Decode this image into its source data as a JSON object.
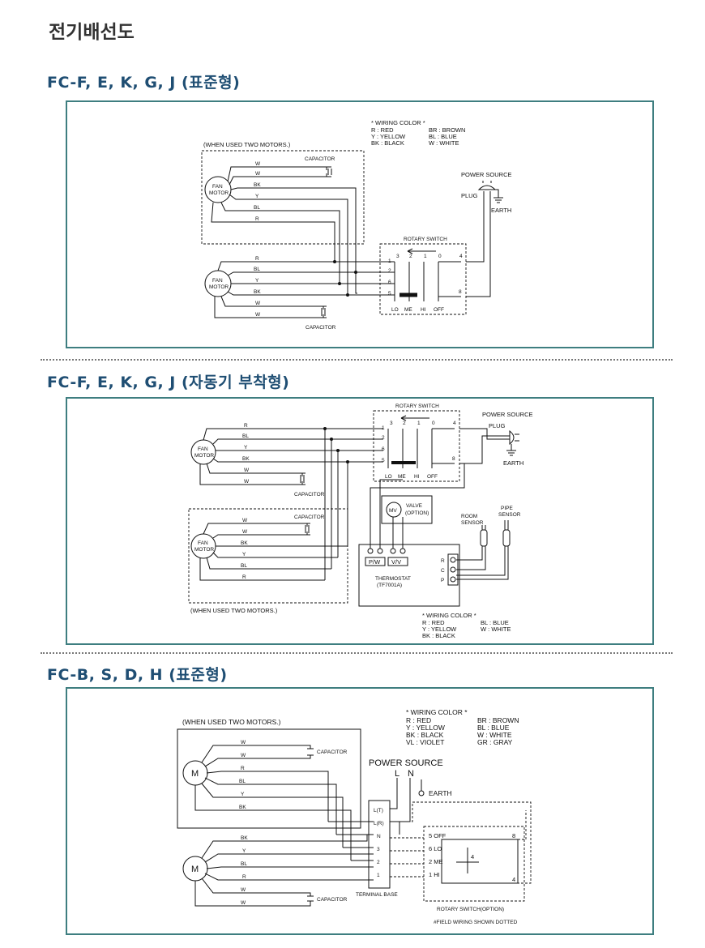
{
  "page_title": "전기배선도",
  "sections": [
    {
      "title": "FC-F, E, K, G, J (표준형)",
      "legend": {
        "heading": "* WIRING COLOR *",
        "col1": [
          "R : RED",
          "Y : YELLOW",
          "BK : BLACK"
        ],
        "col2": [
          "BR : BROWN",
          "BL : BLUE",
          "W : WHITE"
        ]
      },
      "when_used": "(WHEN USED TWO MOTORS.)",
      "capacitor": "CAPACITOR",
      "fan_motor": [
        "FAN",
        "MOTOR"
      ],
      "motor1_wires": [
        "W",
        "W",
        "BK",
        "Y",
        "BL",
        "R"
      ],
      "motor2_wires": [
        "R",
        "BL",
        "Y",
        "BK",
        "W",
        "W"
      ],
      "power_source": "POWER SOURCE",
      "plug": "PLUG",
      "earth": "EARTH",
      "rotary_switch": "ROTARY SWITCH",
      "switch_top": [
        "3",
        "2",
        "1",
        "0",
        "4"
      ],
      "switch_left": [
        "1",
        "2",
        "6",
        "5"
      ],
      "switch_right": [
        "8"
      ],
      "switch_bottom": [
        "LO",
        "ME",
        "HI",
        "OFF"
      ]
    },
    {
      "title": "FC-F, E, K, G, J (자동기 부착형)",
      "rotary_switch": "ROTARY SWITCH",
      "switch_top": [
        "3",
        "2",
        "1",
        "0",
        "4"
      ],
      "switch_left": [
        "1",
        "2",
        "6",
        "5"
      ],
      "switch_right": [
        "8"
      ],
      "switch_bottom": [
        "LO",
        "ME",
        "HI",
        "OFF"
      ],
      "power_source": "POWER SOURCE",
      "plug": "PLUG",
      "earth": "EARTH",
      "fan_motor": [
        "FAN",
        "MOTOR"
      ],
      "motor1_wires": [
        "R",
        "BL",
        "Y",
        "BK",
        "W",
        "W"
      ],
      "motor2_wires": [
        "W",
        "W",
        "BK",
        "Y",
        "BL",
        "R"
      ],
      "capacitor": "CAPACITOR",
      "mv": "MV",
      "valve": [
        "VALVE",
        "(OPTION)"
      ],
      "room_sensor": [
        "ROOM",
        "SENSOR"
      ],
      "pipe_sensor": [
        "PIPE",
        "SENSOR"
      ],
      "pw": "P/W",
      "vv": "V/V",
      "thermostat": [
        "THERMOSTAT",
        "(TF7001A)"
      ],
      "terminal_labels": [
        "R",
        "C",
        "P"
      ],
      "when_used": "(WHEN USED TWO MOTORS.)",
      "legend": {
        "heading": "* WIRING COLOR *",
        "col1": [
          "R : RED",
          "Y : YELLOW",
          "BK : BLACK"
        ],
        "col2": [
          "BL : BLUE",
          "W : WHITE"
        ]
      }
    },
    {
      "title": "FC-B, S, D, H (표준형)",
      "legend": {
        "heading": "* WIRING COLOR *",
        "col1": [
          "R : RED",
          "Y : YELLOW",
          "BK : BLACK",
          "VL : VIOLET"
        ],
        "col2": [
          "BR : BROWN",
          "BL : BLUE",
          "W : WHITE",
          "GR : GRAY"
        ]
      },
      "when_used": "(WHEN USED TWO MOTORS.)",
      "motor": "M",
      "motor1_wires": [
        "W",
        "W",
        "R",
        "BL",
        "Y",
        "BK"
      ],
      "motor2_wires": [
        "BK",
        "Y",
        "BL",
        "R",
        "W",
        "W"
      ],
      "capacitor": "CAPACITOR",
      "power_source": "POWER SOURCE",
      "l": "L",
      "n": "N",
      "earth": "EARTH",
      "terminals": [
        "L(T)",
        "L(R)",
        "N",
        "3",
        "2",
        "1"
      ],
      "terminal_base": "TERMINAL BASE",
      "switch_left": [
        "5 OFF",
        "6 LO",
        "2 ME",
        "1 HI"
      ],
      "switch_right": [
        "8",
        "4"
      ],
      "switch_center": "4",
      "rotary_switch": "ROTARY SWITCH(OPTION)",
      "field_wiring": "#FIELD WIRING SHOWN DOTTED"
    }
  ]
}
